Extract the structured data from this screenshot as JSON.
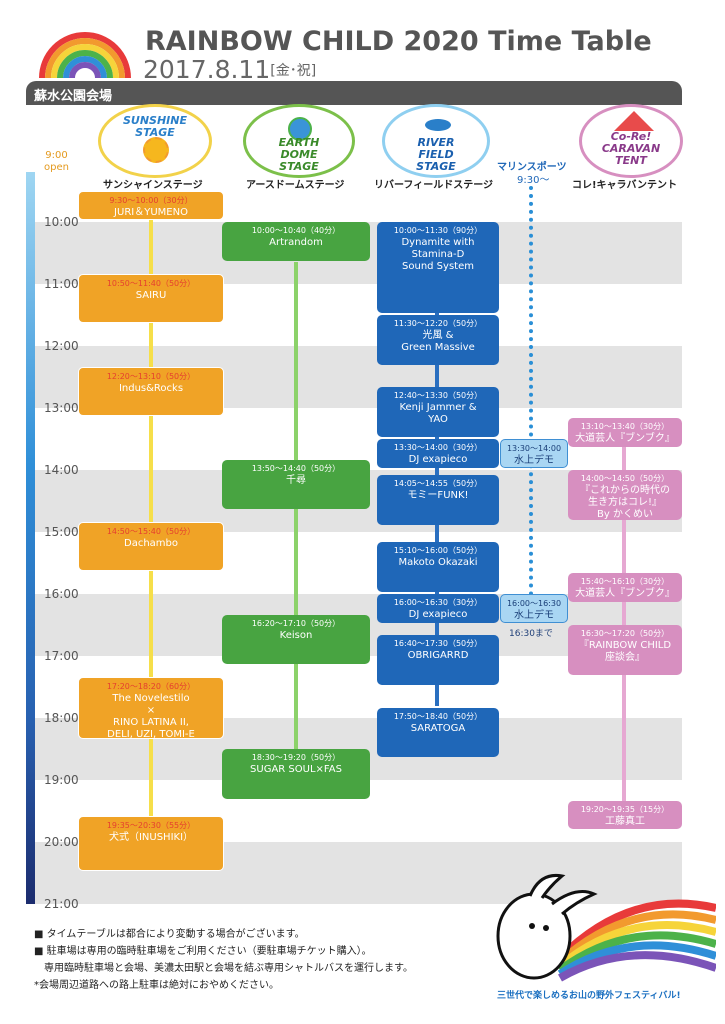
{
  "header": {
    "title": "RAINBOW CHILD 2020 Time Table",
    "date": "2017.8.11",
    "date_suffix": "[金･祝]"
  },
  "venue": "蘇水公園会場",
  "open": {
    "time": "9:00",
    "label": "open"
  },
  "hours": [
    "10:00",
    "11:00",
    "12:00",
    "13:00",
    "14:00",
    "15:00",
    "16:00",
    "17:00",
    "18:00",
    "19:00",
    "20:00",
    "21:00"
  ],
  "stages": {
    "sunshine": {
      "logo": "SUNSHINE STAGE",
      "label": "サンシャインステージ"
    },
    "earth": {
      "logo": "EARTH DOME STAGE",
      "label": "アースドームステージ"
    },
    "river": {
      "logo": "RIVER FIELD STAGE",
      "label": "リバーフィールドステージ"
    },
    "marine": {
      "label": "マリンスポーツ",
      "time": "9:30〜"
    },
    "caravan": {
      "logo": "Co-Re! CARAVAN TENT",
      "label": "コレ!キャラバンテント"
    }
  },
  "events": {
    "sunshine": [
      {
        "time": "9:30〜10:00（30分）",
        "name": "JURI＆YUMENO"
      },
      {
        "time": "10:50〜11:40（50分）",
        "name": "SAIRU"
      },
      {
        "time": "12:20〜13:10（50分）",
        "name": "Indus&Rocks"
      },
      {
        "time": "14:50〜15:40（50分）",
        "name": "Dachambo"
      },
      {
        "time": "17:20〜18:20（60分）",
        "name": "The Novelestilo\n×\nRINO LATINA II,\nDELI, UZI, TOMI-E"
      },
      {
        "time": "19:35〜20:30（55分）",
        "name": "犬式（INUSHIKI）"
      }
    ],
    "earth": [
      {
        "time": "10:00〜10:40（40分）",
        "name": "Artrandom"
      },
      {
        "time": "13:50〜14:40（50分）",
        "name": "千尋"
      },
      {
        "time": "16:20〜17:10（50分）",
        "name": "Keison"
      },
      {
        "time": "18:30〜19:20（50分）",
        "name": "SUGAR SOUL×FAS"
      }
    ],
    "river": [
      {
        "time": "10:00〜11:30（90分）",
        "name": "Dynamite with\nStamina-D\nSound System"
      },
      {
        "time": "11:30〜12:20（50分）",
        "name": "光風 &\nGreen Massive"
      },
      {
        "time": "12:40〜13:30（50分）",
        "name": "Kenji Jammer &\nYAO"
      },
      {
        "time": "13:30〜14:00（30分）",
        "name": "DJ exapieco"
      },
      {
        "time": "14:05〜14:55（50分）",
        "name": "モミーFUNK!"
      },
      {
        "time": "15:10〜16:00（50分）",
        "name": "Makoto Okazaki"
      },
      {
        "time": "16:00〜16:30（30分）",
        "name": "DJ exapieco"
      },
      {
        "time": "16:40〜17:30（50分）",
        "name": "OBRIGARRD"
      },
      {
        "time": "17:50〜18:40（50分）",
        "name": "SARATOGA"
      }
    ],
    "marine": [
      {
        "time": "13:30〜14:00",
        "name": "水上デモ"
      },
      {
        "time": "16:00〜16:30",
        "name": "水上デモ"
      }
    ],
    "marine_end": "16:30まで",
    "caravan": [
      {
        "time": "13:10〜13:40（30分）",
        "name": "大道芸人『ブンブク』"
      },
      {
        "time": "14:00〜14:50（50分）",
        "name": "『これからの時代の\n生き方はコレ!』\nBy かくめい"
      },
      {
        "time": "15:40〜16:10（30分）",
        "name": "大道芸人『ブンブク』"
      },
      {
        "time": "16:30〜17:20（50分）",
        "name": "『RAINBOW CHILD\n座談会』"
      },
      {
        "time": "19:20〜19:35（15分）",
        "name": "工藤真工"
      }
    ]
  },
  "notes": [
    "■ タイムテーブルは都合により変動する場合がございます。",
    "■ 駐車場は専用の臨時駐車場をご利用ください（要駐車場チケット購入）。",
    "　専用臨時駐車場と会場、美濃太田駅と会場を結ぶ専用シャトルバスを運行します。",
    "*会場周辺道路への路上駐車は絶対におやめください。"
  ],
  "footer": "三世代で楽しめるお山の野外フェスティバル!",
  "colors": {
    "sunshine": "#f0a326",
    "earth": "#48a441",
    "river": "#1f67b8",
    "marine": "#a9d6f3",
    "caravan": "#d78fc0"
  }
}
